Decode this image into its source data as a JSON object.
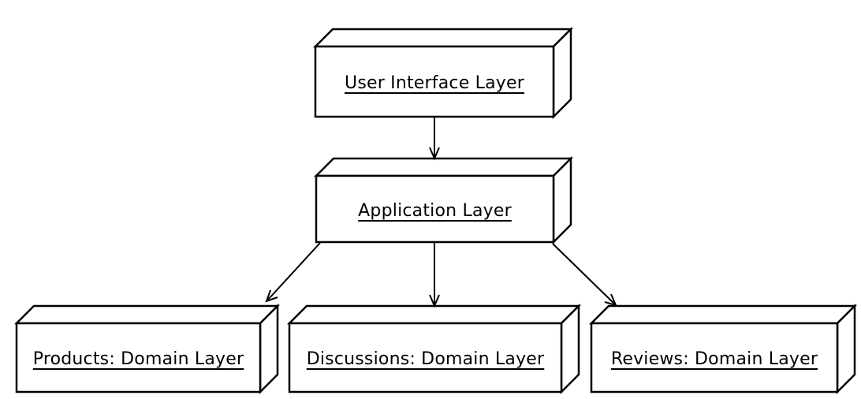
{
  "diagram": {
    "type": "uml-deployment-layered-architecture",
    "background_color": "#ffffff",
    "stroke_color": "#000000",
    "node_fill_color": "#ffffff",
    "nodes": [
      {
        "id": "user-interface-layer",
        "label": "User Interface Layer"
      },
      {
        "id": "application-layer",
        "label": "Application Layer"
      },
      {
        "id": "products-domain-layer",
        "label": "Products: Domain Layer"
      },
      {
        "id": "discussions-domain-layer",
        "label": "Discussions: Domain Layer"
      },
      {
        "id": "reviews-domain-layer",
        "label": "Reviews: Domain Layer"
      }
    ],
    "edges": [
      {
        "from": "User Interface Layer",
        "to": "Application Layer"
      },
      {
        "from": "Application Layer",
        "to": "Products: Domain Layer"
      },
      {
        "from": "Application Layer",
        "to": "Discussions: Domain Layer"
      },
      {
        "from": "Application Layer",
        "to": "Reviews: Domain Layer"
      }
    ]
  }
}
